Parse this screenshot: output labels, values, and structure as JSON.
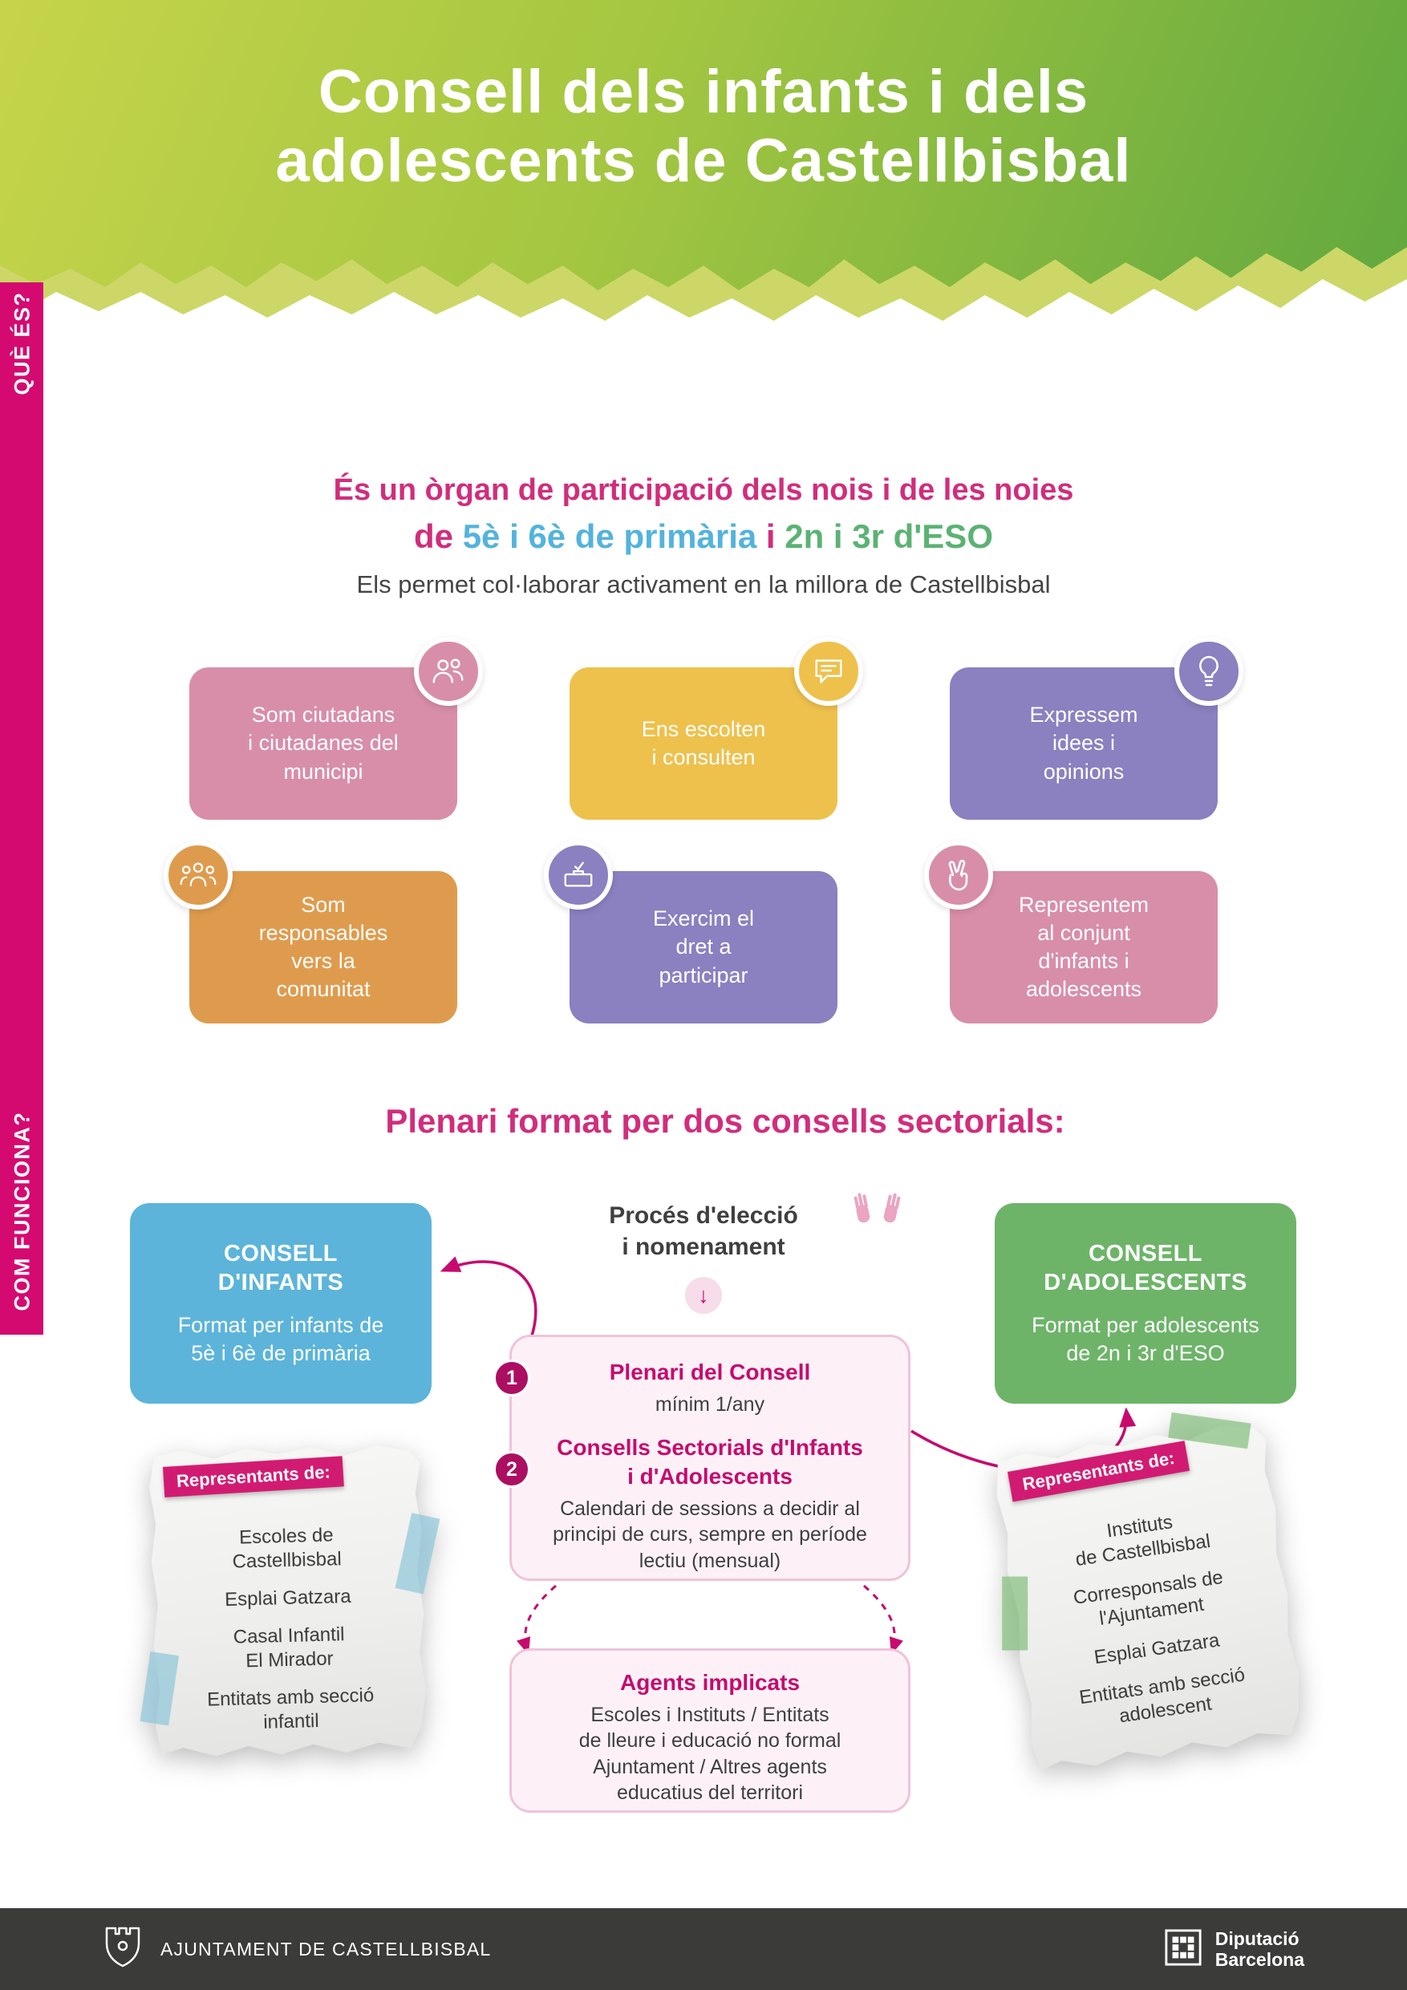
{
  "palette": {
    "header_green_light": "#c6d44a",
    "header_green_dark": "#61a83f",
    "magenta": "#c60a6e",
    "heading_pink": "#d12d7c",
    "strip_magenta": "#d40a70",
    "blue": "#5cb4da",
    "green": "#6db469",
    "card_pink": "#d88ea8",
    "card_yellow": "#eec14d",
    "card_purple": "#8b80c0",
    "card_orange": "#df9b4d",
    "note_badge": "#d11b72",
    "footer_bg": "#3b3b39"
  },
  "header": {
    "title_line1": "Consell dels infants i dels",
    "title_line2": "adolescents de Castellbisbal"
  },
  "sidebar": {
    "que_es": "QUÈ ÉS?",
    "com_funciona": "COM FUNCIONA?"
  },
  "intro": {
    "line1": "És un òrgan de participació dels nois i de les noies",
    "line2_de": "de",
    "line2_primaria": "5è i 6è de primària",
    "line2_i": "i",
    "line2_eso": "2n i 3r d'ESO",
    "line3": "Els permet col·laborar activament en la millora de Castellbisbal"
  },
  "cards": [
    {
      "text": "Som ciutadans\ni ciutadanes del\nmunicipi",
      "color": "#d88ea8",
      "icon": "citizens-icon"
    },
    {
      "text": "Ens escolten\ni consulten",
      "color": "#eec14d",
      "icon": "speech-bubble-icon"
    },
    {
      "text": "Expressem\nidees i\nopinions",
      "color": "#8b80c0",
      "icon": "idea-icon"
    },
    {
      "text": "Som\nresponsables\nvers la\ncomunitat",
      "color": "#df9b4d",
      "icon": "community-icon"
    },
    {
      "text": "Exercim el\ndret a\nparticipar",
      "color": "#8b80c0",
      "icon": "vote-icon"
    },
    {
      "text": "Representem\nal conjunt\nd'infants i\nadolescents",
      "color": "#d88ea8",
      "icon": "victory-hand-icon"
    }
  ],
  "how": {
    "heading": "Plenari format per dos consells sectorials:",
    "consell_infants": {
      "title": "CONSELL\nD'INFANTS",
      "body": "Format per infants de\n5è i 6è de primària"
    },
    "consell_adolescents": {
      "title": "CONSELL\nD'ADOLESCENTS",
      "body": "Format per adolescents\nde 2n i 3r d'ESO"
    },
    "proces": {
      "line1": "Procés d'elecció",
      "line2": "i nomenament",
      "arrow": "↓"
    },
    "steps": [
      {
        "num": "1",
        "title": "Plenari del Consell",
        "body": "mínim 1/any"
      },
      {
        "num": "2",
        "title": "Consells Sectorials d'Infants\ni d'Adolescents",
        "body": "Calendari de sessions a decidir al\nprincipi de curs, sempre en període\nlectiu (mensual)"
      }
    ],
    "agents": {
      "title": "Agents implicats",
      "body": "Escoles i Instituts / Entitats\nde lleure i educació no formal\nAjuntament / Altres agents\neducatius del territori"
    },
    "note_left": {
      "badge": "Representants de:",
      "items": [
        "Escoles de\nCastellbisbal",
        "Esplai Gatzara",
        "Casal Infantil\nEl Mirador",
        "Entitats amb secció\ninfantil"
      ]
    },
    "note_right": {
      "badge": "Representants de:",
      "items": [
        "Instituts\nde Castellbisbal",
        "Corresponsals de\nl'Ajuntament",
        "Esplai Gatzara",
        "Entitats amb secció\nadolescent"
      ]
    }
  },
  "footer": {
    "ajuntament": "AJUNTAMENT DE CASTELLBISBAL",
    "diputacio_line1": "Diputació",
    "diputacio_line2": "Barcelona"
  }
}
